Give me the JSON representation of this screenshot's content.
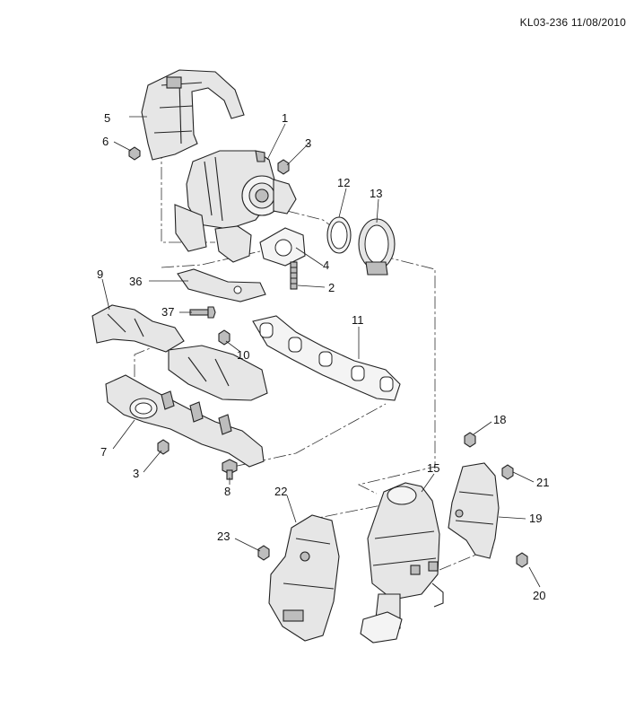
{
  "header": {
    "reference": "KL03-236 11/08/2010"
  },
  "callouts": [
    {
      "id": "c1",
      "label": "1"
    },
    {
      "id": "c2",
      "label": "2"
    },
    {
      "id": "c3a",
      "label": "3"
    },
    {
      "id": "c3b",
      "label": "3"
    },
    {
      "id": "c4",
      "label": "4"
    },
    {
      "id": "c5",
      "label": "5"
    },
    {
      "id": "c6",
      "label": "6"
    },
    {
      "id": "c7",
      "label": "7"
    },
    {
      "id": "c8",
      "label": "8"
    },
    {
      "id": "c9",
      "label": "9"
    },
    {
      "id": "c10",
      "label": "10"
    },
    {
      "id": "c11",
      "label": "11"
    },
    {
      "id": "c12",
      "label": "12"
    },
    {
      "id": "c13",
      "label": "13"
    },
    {
      "id": "c15",
      "label": "15"
    },
    {
      "id": "c18",
      "label": "18"
    },
    {
      "id": "c19",
      "label": "19"
    },
    {
      "id": "c20",
      "label": "20"
    },
    {
      "id": "c21",
      "label": "21"
    },
    {
      "id": "c22",
      "label": "22"
    },
    {
      "id": "c23",
      "label": "23"
    },
    {
      "id": "c36",
      "label": "36"
    },
    {
      "id": "c37",
      "label": "37"
    }
  ]
}
